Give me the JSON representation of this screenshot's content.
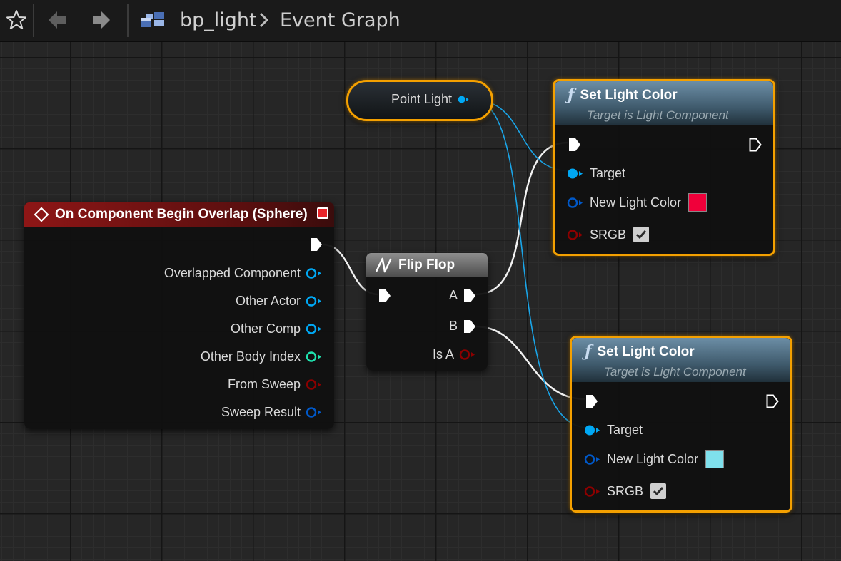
{
  "breadcrumb": {
    "blueprint": "bp_light",
    "graph": "Event Graph"
  },
  "nodes": {
    "point_light": {
      "label": "Point Light"
    },
    "event": {
      "title": "On Component Begin Overlap (Sphere)",
      "pins": [
        "Overlapped Component",
        "Other Actor",
        "Other Comp",
        "Other Body Index",
        "From Sweep",
        "Sweep Result"
      ]
    },
    "flipflop": {
      "title": "Flip Flop",
      "out_a": "A",
      "out_b": "B",
      "is_a": "Is A"
    },
    "set_color_1": {
      "title": "Set Light Color",
      "subtitle": "Target is Light Component",
      "target": "Target",
      "new_color": "New Light Color",
      "srgb": "SRGB",
      "color_value": "#f0003a",
      "srgb_checked": true
    },
    "set_color_2": {
      "title": "Set Light Color",
      "subtitle": "Target is Light Component",
      "target": "Target",
      "new_color": "New Light Color",
      "srgb": "SRGB",
      "color_value": "#7fe0ec",
      "srgb_checked": true
    }
  },
  "icons": [
    "star-icon",
    "back-arrow-icon",
    "forward-arrow-icon",
    "blueprint-icon",
    "chevron-right-icon",
    "function-icon",
    "flipflop-icon",
    "event-diamond-icon",
    "delegate-icon"
  ],
  "colors": {
    "exec": "#ffffff",
    "object_pin": "#00a8f4",
    "struct_pin": "#0058c8",
    "bool_pin": "#8c0000",
    "int_pin": "#1fe3af",
    "selection": "#f4a000",
    "event_header": "#8a1414",
    "function_header": "#5a7f99"
  }
}
